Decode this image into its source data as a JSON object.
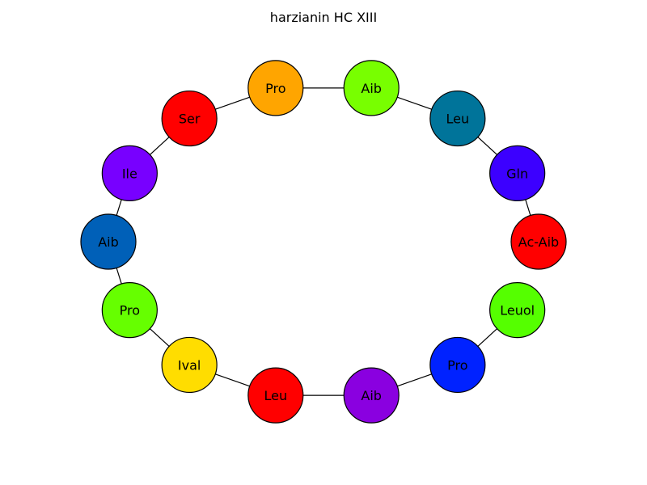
{
  "title": "harzianin HC XIII",
  "nodes": [
    {
      "label": "Ac-Aib",
      "color": "#ff0000"
    },
    {
      "label": "Gln",
      "color": "#3c00ff"
    },
    {
      "label": "Leu",
      "color": "#00749a"
    },
    {
      "label": "Aib",
      "color": "#78ff00"
    },
    {
      "label": "Pro",
      "color": "#ffa500"
    },
    {
      "label": "Ser",
      "color": "#ff0000"
    },
    {
      "label": "Ile",
      "color": "#7800ff"
    },
    {
      "label": "Aib",
      "color": "#0060b8"
    },
    {
      "label": "Pro",
      "color": "#66ff00"
    },
    {
      "label": "Ival",
      "color": "#ffdd00"
    },
    {
      "label": "Leu",
      "color": "#ff0000"
    },
    {
      "label": "Aib",
      "color": "#8a00e0"
    },
    {
      "label": "Pro",
      "color": "#0022ff"
    },
    {
      "label": "Leuol",
      "color": "#55ff00"
    }
  ],
  "edges": [
    [
      0,
      1
    ],
    [
      1,
      2
    ],
    [
      2,
      3
    ],
    [
      3,
      4
    ],
    [
      4,
      5
    ],
    [
      5,
      6
    ],
    [
      6,
      7
    ],
    [
      7,
      8
    ],
    [
      8,
      9
    ],
    [
      9,
      10
    ],
    [
      10,
      11
    ],
    [
      11,
      12
    ],
    [
      12,
      13
    ]
  ]
}
